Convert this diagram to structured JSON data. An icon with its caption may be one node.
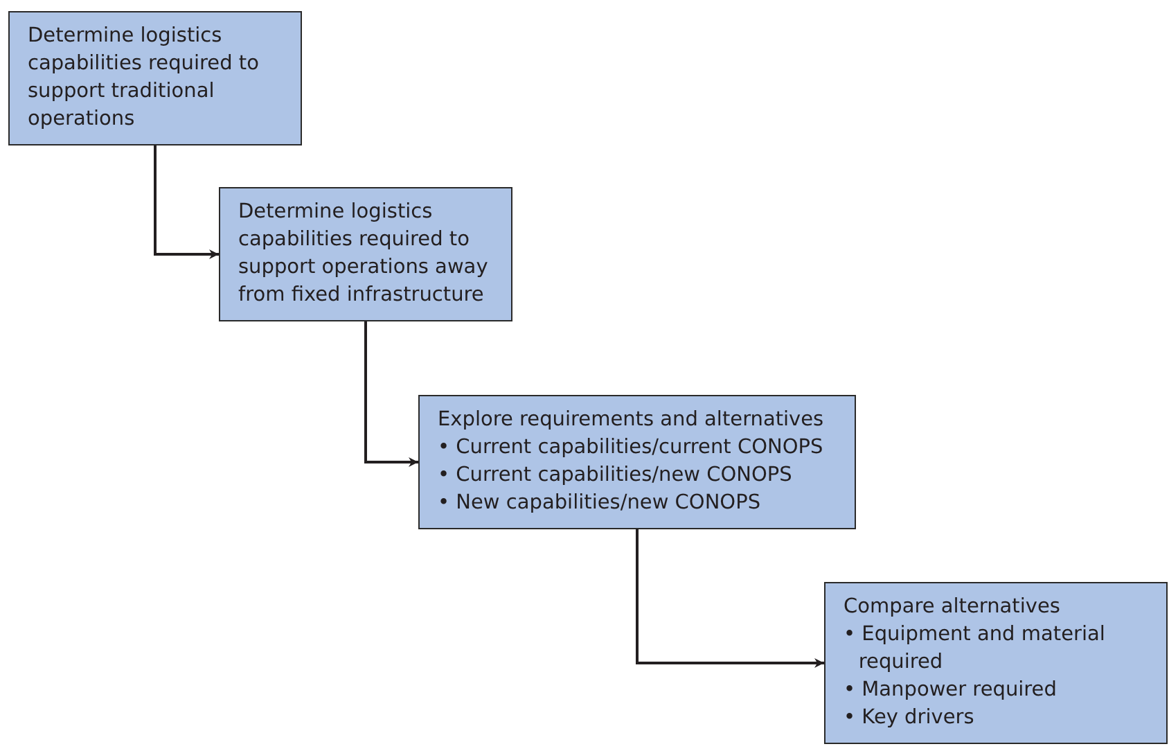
{
  "diagram": {
    "nodes": [
      {
        "text": [
          "Determine logistics capabilities required to support traditional operations"
        ]
      },
      {
        "text": [
          "Determine logistics capabilities required to support operations away from fixed infrastructure"
        ]
      },
      {
        "text": [
          "Explore requirements and alternatives",
          "• Current capabilities/current CONOPS",
          "• Current capabilities/new CONOPS",
          "• New capabilities/new CONOPS"
        ]
      },
      {
        "text": [
          "Compare alternatives",
          "• Equipment and material required",
          "• Manpower required",
          "• Key drivers"
        ]
      }
    ],
    "edges": [
      {
        "from": 0,
        "to": 1,
        "arrow": "to"
      },
      {
        "from": 1,
        "to": 2,
        "arrow": "to"
      },
      {
        "from": 2,
        "to": 3,
        "arrow": "to"
      }
    ]
  }
}
